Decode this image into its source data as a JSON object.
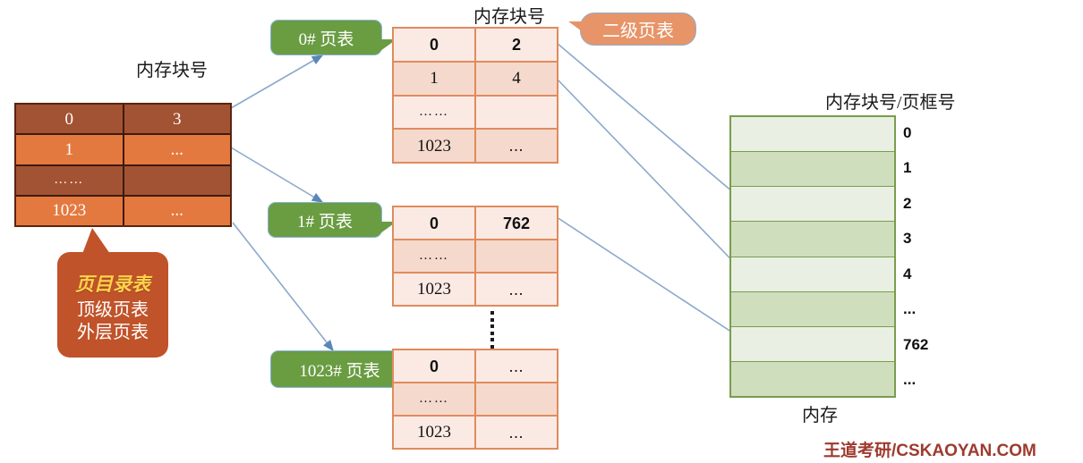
{
  "titles": {
    "page_directory_header": "内存块号",
    "page_table_header": "内存块号",
    "memory_header": "内存块号/页框号",
    "memory_bottom_label": "内存"
  },
  "page_directory": {
    "callout": {
      "line1": "页目录表",
      "line2": "顶级页表",
      "line3": "外层页表"
    },
    "rows": [
      {
        "index": "0",
        "block": "3",
        "shade": "dark"
      },
      {
        "index": "1",
        "block": "...",
        "shade": "light"
      },
      {
        "index": "……",
        "block": "",
        "shade": "dark"
      },
      {
        "index": "1023",
        "block": "...",
        "shade": "light"
      }
    ]
  },
  "level2_label": "二级页表",
  "page_tables": [
    {
      "label": "0# 页表",
      "rows": [
        {
          "index": "0",
          "block": "2",
          "bold": true,
          "shade": "a"
        },
        {
          "index": "1",
          "block": "4",
          "bold": false,
          "shade": "b"
        },
        {
          "index": "……",
          "block": "",
          "bold": false,
          "shade": "a"
        },
        {
          "index": "1023",
          "block": "...",
          "bold": false,
          "shade": "b"
        }
      ]
    },
    {
      "label": "1# 页表",
      "rows": [
        {
          "index": "0",
          "block": "762",
          "bold": true,
          "shade": "a"
        },
        {
          "index": "……",
          "block": "",
          "bold": false,
          "shade": "b"
        },
        {
          "index": "1023",
          "block": "...",
          "bold": false,
          "shade": "a"
        }
      ]
    },
    {
      "label": "1023# 页表",
      "rows": [
        {
          "index": "0",
          "block": "...",
          "bold": true,
          "shade": "a"
        },
        {
          "index": "……",
          "block": "",
          "bold": false,
          "shade": "b"
        },
        {
          "index": "1023",
          "block": "...",
          "bold": false,
          "shade": "a"
        }
      ]
    }
  ],
  "memory": {
    "frame_labels": [
      "0",
      "1",
      "2",
      "3",
      "4",
      "...",
      "762",
      "..."
    ],
    "frame_shades": [
      "a",
      "b",
      "a",
      "b",
      "a",
      "b",
      "a",
      "b"
    ]
  },
  "watermark": "王道考研/CSKAOYAN.COM",
  "colors": {
    "page_directory_dark": "#a25334",
    "page_directory_light": "#e4793f",
    "callout_bg": "#c0532a",
    "callout_highlight_text": "#ffd24a",
    "green_bubble": "#6a9c42",
    "level2_bubble": "#e79468",
    "page_table_border": "#e08b5d",
    "page_table_row_a": "#fbeae4",
    "page_table_row_b": "#f5d9cc",
    "memory_border": "#7a9c4e",
    "memory_row_a": "#e9f0e3",
    "memory_row_b": "#cfdfbd",
    "arrow": "#6f96c4",
    "watermark": "#9e3a2e"
  }
}
